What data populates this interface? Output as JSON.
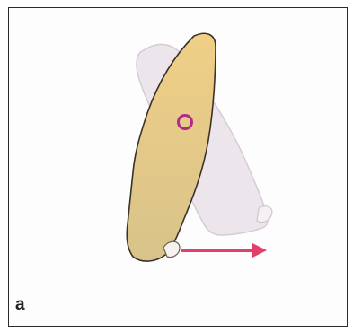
{
  "figure": {
    "panel_label": "a",
    "colors": {
      "frame": "#2b2b2b",
      "ghost_tooth_fill": "#ece6ec",
      "ghost_tooth_stroke": "#d6cbd6",
      "tooth_fill_top": "#f0cf86",
      "tooth_fill_bottom": "#d8c38a",
      "tooth_stroke": "#3a3228",
      "rotation_center": "#b02a8a",
      "motion_arrow": "#e0406a"
    },
    "icons": {
      "rotation_center": "circle-marker",
      "motion_arrow": "right-arrow"
    }
  }
}
